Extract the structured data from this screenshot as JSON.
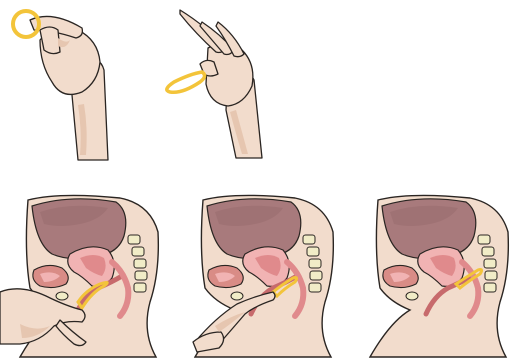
{
  "colors": {
    "skin": "#f2dccc",
    "skin_shadow": "#e6c6b0",
    "outline": "#2a2522",
    "ring": "#f3c43a",
    "ring_dark": "#d99a12",
    "uterus_back": "#a87a7c",
    "uterus_back_dark": "#8e6466",
    "pink": "#e08a8c",
    "pink_light": "#f1b3b3",
    "bladder": "#d98c86",
    "spine": "#f1ecc7",
    "cervix": "#c76a6c"
  },
  "steps": [
    {
      "id": 1,
      "illustration": "hand-holding-ring-open"
    },
    {
      "id": 2,
      "illustration": "hand-squeezing-ring"
    },
    {
      "id": 3,
      "illustration": "insertion-start"
    },
    {
      "id": 4,
      "illustration": "insertion-push"
    },
    {
      "id": 5,
      "illustration": "ring-in-place"
    }
  ]
}
